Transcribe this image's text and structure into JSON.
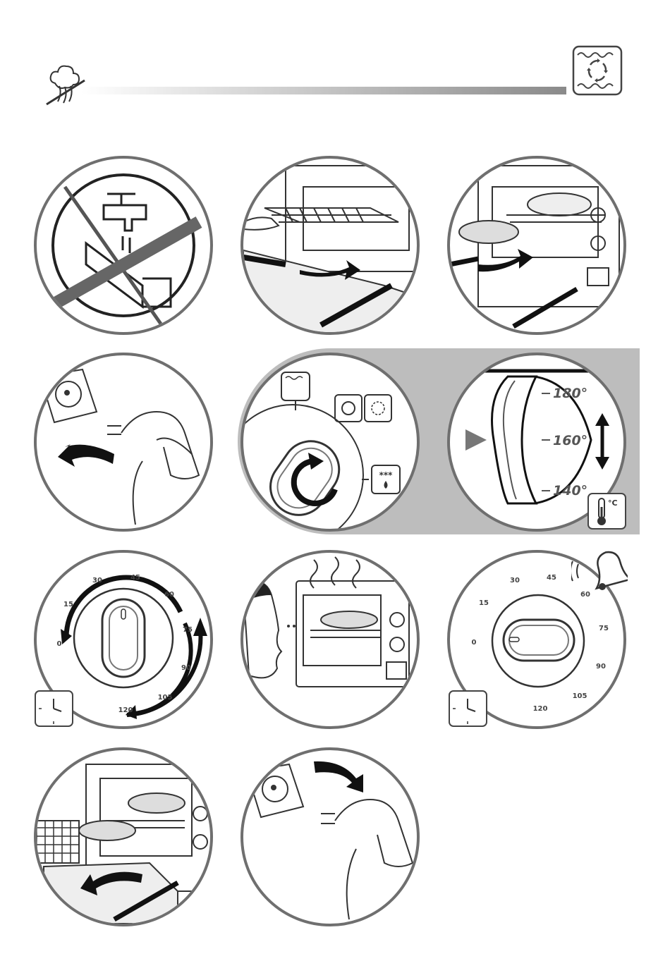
{
  "header": {
    "left_icon": "steam-no-icon",
    "right_icon": "convection-fan-mode-icon",
    "bar_gradient_start": "#ffffff",
    "bar_gradient_end": "#8a8a8a"
  },
  "steps": [
    {
      "id": 1,
      "icon": "no-water-wash-icon"
    },
    {
      "id": 2,
      "icon": "insert-rack-icon"
    },
    {
      "id": 3,
      "icon": "insert-dish-icon"
    },
    {
      "id": 4,
      "icon": "plug-in-icon"
    },
    {
      "id": 5,
      "icon": "mode-selector-dial-icon"
    },
    {
      "id": 6,
      "icon": "temperature-dial-icon"
    },
    {
      "id": 7,
      "icon": "timer-dial-set-icon"
    },
    {
      "id": 8,
      "icon": "watch-cooking-icon"
    },
    {
      "id": 9,
      "icon": "timer-ring-icon"
    },
    {
      "id": 10,
      "icon": "remove-dish-icon"
    },
    {
      "id": 11,
      "icon": "unplug-icon"
    }
  ],
  "temperature_dial": {
    "high": "180°",
    "mid": "160°",
    "low": "140°",
    "unit_label": "°C"
  },
  "timer_dial_7": {
    "marks": [
      "0",
      "15",
      "30",
      "45",
      "60",
      "75",
      "90",
      "105",
      "120"
    ]
  },
  "timer_dial_9": {
    "marks": [
      "0",
      "15",
      "30",
      "45",
      "60",
      "75",
      "90",
      "105",
      "120"
    ]
  },
  "colors": {
    "outline": "#6f6f6f",
    "highlight_band": "#bdbdbd",
    "dark": "#1a1a1a"
  }
}
